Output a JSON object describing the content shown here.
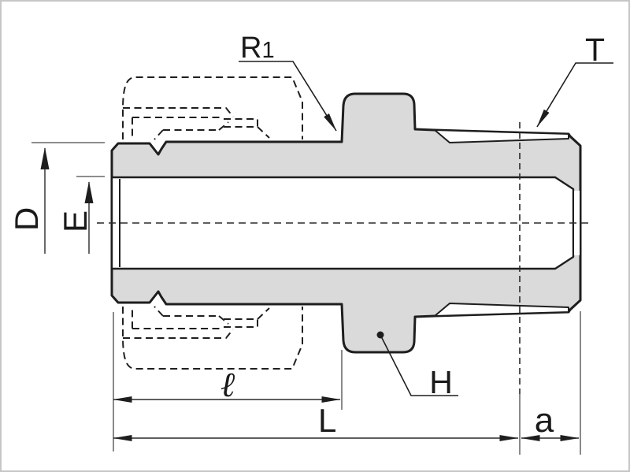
{
  "drawing": {
    "kind": "technical-dimension-drawing",
    "subject": "male-connector-tube-fitting-cross-section",
    "labels": {
      "outer_diameter": "D",
      "bore_diameter": "E",
      "fillet_radius_main": "R",
      "fillet_radius_sub": "1",
      "thread": "T",
      "hex": "H",
      "stub_length": "ℓ",
      "overall_length": "L",
      "thread_offset": "a"
    },
    "colors": {
      "body_fill": "#dadada",
      "outline": "#1e1e1e",
      "background": "#ffffff",
      "extension_line": "#7d7d7d"
    }
  }
}
